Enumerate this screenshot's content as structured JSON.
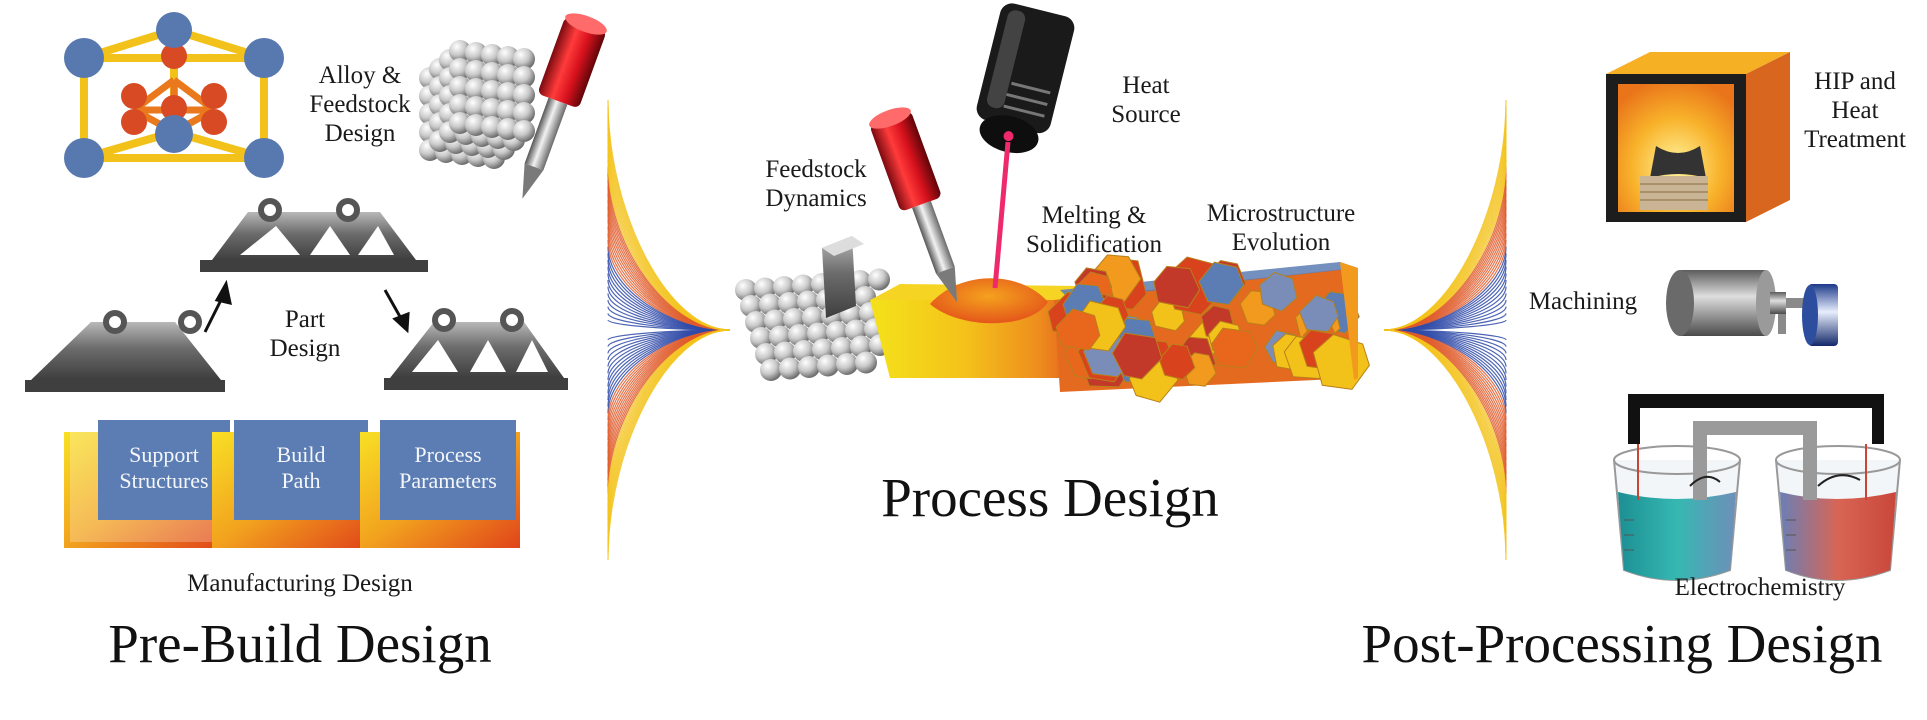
{
  "sections": {
    "pre_build": {
      "title": "Pre-Build Design",
      "alloy_label": "Alloy &\nFeedstock\nDesign",
      "part_label": "Part\nDesign",
      "manufacturing_label": "Manufacturing Design",
      "manufacturing_boxes": [
        "Support\nStructures",
        "Build\nPath",
        "Process\nParameters"
      ]
    },
    "process": {
      "title": "Process Design",
      "heat_source_label": "Heat\nSource",
      "feedstock_label": "Feedstock\nDynamics",
      "melting_label": "Melting &\nSolidification",
      "microstructure_label": "Microstructure\nEvolution"
    },
    "post_processing": {
      "title": "Post-Processing Design",
      "hip_label": "HIP and\nHeat\nTreatment",
      "machining_label": "Machining",
      "electrochemistry_label": "Electrochemistry"
    }
  },
  "colors": {
    "box_blue": "#5b7db3",
    "nozzle_red": "#d8121d",
    "melt_yellow": "#f3d51c",
    "melt_orange": "#e9661d",
    "laser_pink": "#ef2a6c",
    "teal_solution": "#2aa3a1",
    "red_solution": "#d65a4a"
  },
  "icons": [
    "crystal-lattice-icon",
    "powder-cube-icon",
    "nozzle-icon",
    "truss-bracket-icon",
    "heat-source-icon",
    "furnace-icon",
    "machining-spindle-icon",
    "electrochemical-cell-icon"
  ]
}
